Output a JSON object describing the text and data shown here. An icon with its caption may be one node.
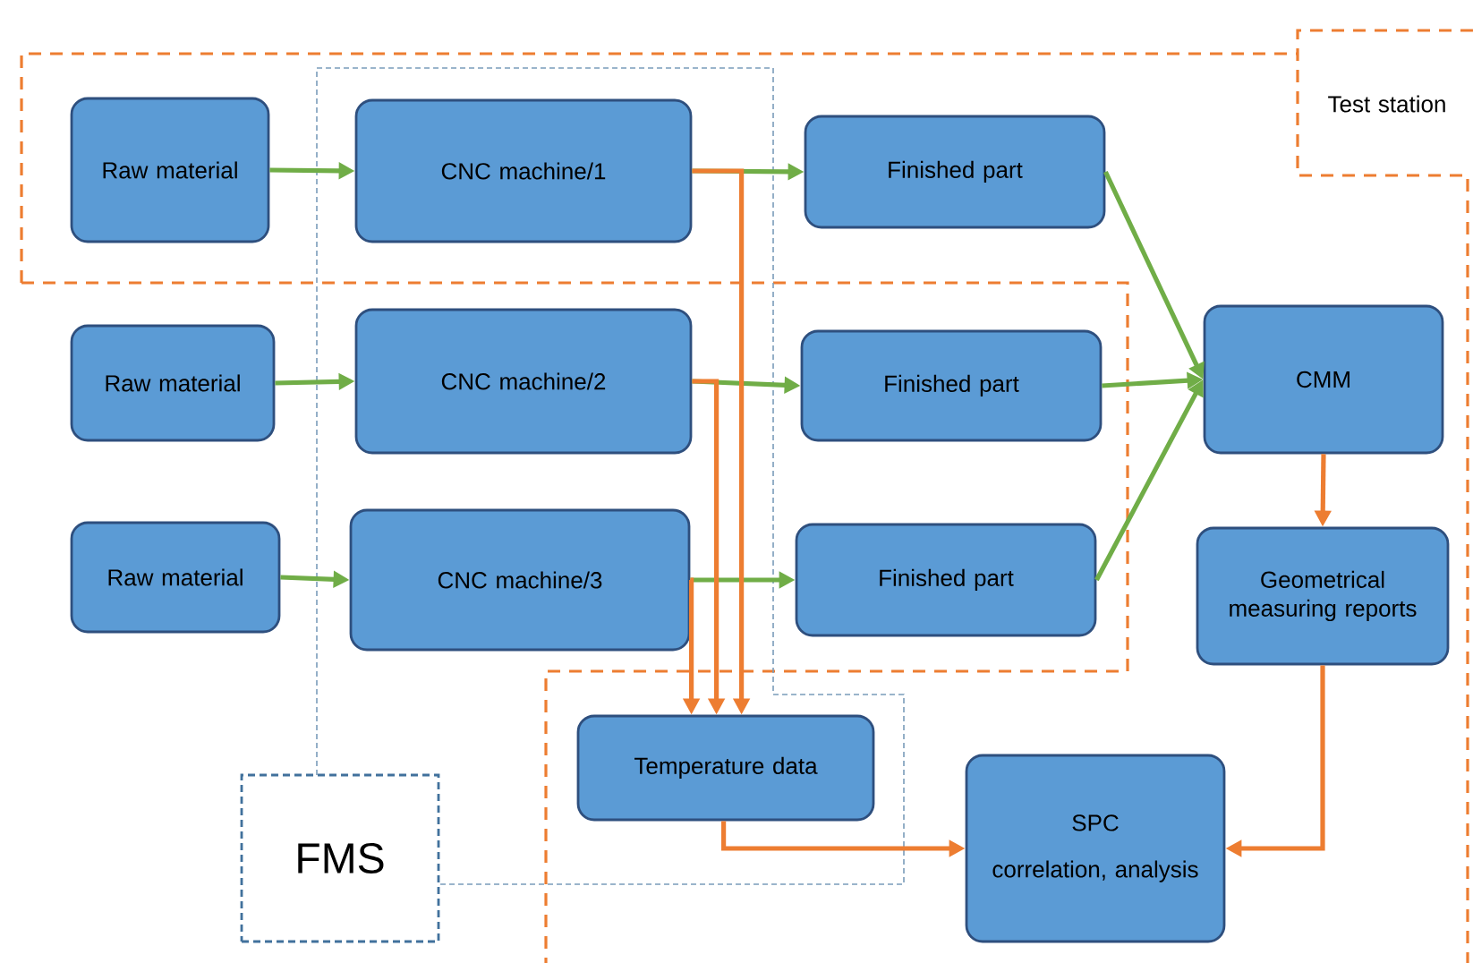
{
  "diagram": {
    "nodes": [
      {
        "text": [
          "Raw material"
        ]
      },
      {
        "text": [
          "CNC machine/1"
        ]
      },
      {
        "text": [
          "Finished part"
        ]
      },
      {
        "text": [
          "Raw material"
        ]
      },
      {
        "text": [
          "CNC machine/2"
        ]
      },
      {
        "text": [
          "Finished part"
        ]
      },
      {
        "text": [
          "Raw material"
        ]
      },
      {
        "text": [
          "CNC machine/3"
        ]
      },
      {
        "text": [
          "Finished part"
        ]
      },
      {
        "text": [
          "CMM"
        ]
      },
      {
        "text": [
          "Geometrical measuring reports"
        ]
      },
      {
        "text": [
          "Temperature data"
        ]
      },
      {
        "text": [
          "SPC",
          "correlation, analysis"
        ]
      },
      {
        "text": [
          "FMS"
        ]
      },
      {
        "text": [
          "Test station"
        ]
      }
    ],
    "edges": [
      {
        "from": 0,
        "to": 1,
        "arrow": "to"
      },
      {
        "from": 1,
        "to": 2,
        "arrow": "to"
      },
      {
        "from": 3,
        "to": 4,
        "arrow": "to"
      },
      {
        "from": 4,
        "to": 5,
        "arrow": "to"
      },
      {
        "from": 6,
        "to": 7,
        "arrow": "to"
      },
      {
        "from": 7,
        "to": 8,
        "arrow": "to"
      },
      {
        "from": 2,
        "to": 9,
        "arrow": "to"
      },
      {
        "from": 5,
        "to": 9,
        "arrow": "to"
      },
      {
        "from": 8,
        "to": 9,
        "arrow": "to"
      },
      {
        "from": 1,
        "to": 11,
        "arrow": "to",
        "color": "#ed7d31"
      },
      {
        "from": 4,
        "to": 11,
        "arrow": "to",
        "color": "#ed7d31"
      },
      {
        "from": 7,
        "to": 11,
        "arrow": "to",
        "color": "#ed7d31"
      },
      {
        "from": 9,
        "to": 10,
        "arrow": "to",
        "color": "#ed7d31"
      },
      {
        "from": 10,
        "to": 12,
        "arrow": "to",
        "color": "#ed7d31"
      },
      {
        "from": 11,
        "to": 12,
        "arrow": "to",
        "color": "#ed7d31"
      }
    ]
  }
}
